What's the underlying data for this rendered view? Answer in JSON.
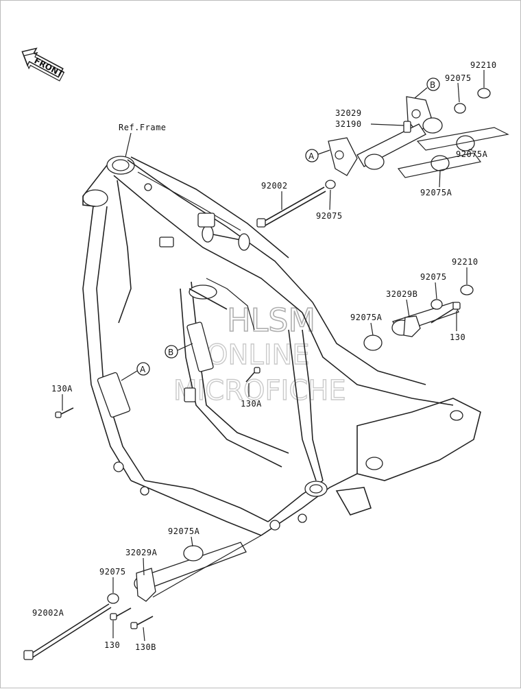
{
  "front_marker": "FRONT",
  "ref_frame": "Ref.Frame",
  "watermark": {
    "line1": "HLSM",
    "line2": "ONLINE",
    "line3": "MICROFICHE"
  },
  "callouts": {
    "a": "A",
    "b": "B"
  },
  "parts": {
    "p92210_top": "92210",
    "p92075_top": "92075",
    "p32029": "32029",
    "p32190": "32190",
    "p92002": "92002",
    "p92075_mid": "92075",
    "p92075A_right": "92075A",
    "p92075A_center": "92075A",
    "p92210_mid": "92210",
    "p92075_mid2": "92075",
    "p32029B": "32029B",
    "p92075A_mid": "92075A",
    "p130_right": "130",
    "p130A_left": "130A",
    "p130A_center": "130A",
    "p92075A_bottom": "92075A",
    "p32029A": "32029A",
    "p92075_bottom": "92075",
    "p92002A": "92002A",
    "p130_bottom": "130",
    "p130B": "130B"
  }
}
